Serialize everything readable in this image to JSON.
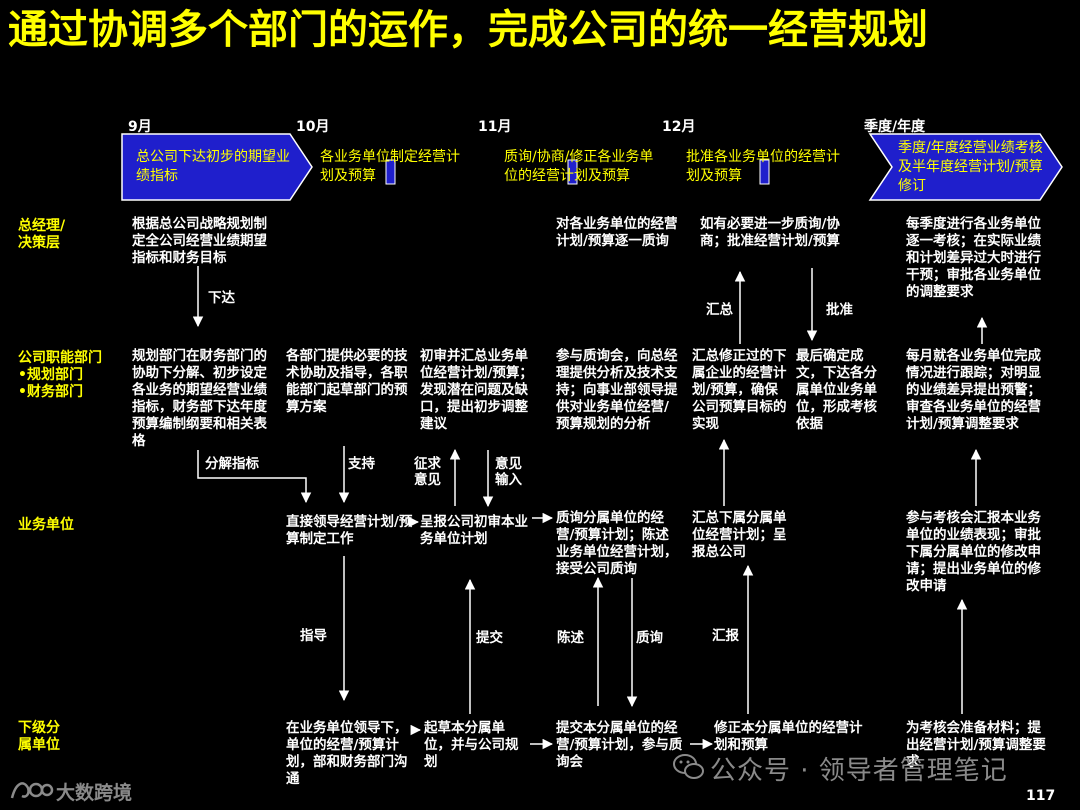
{
  "title": "通过协调多个部门的运作，完成公司的统一经营规划",
  "months": [
    "9月",
    "10月",
    "11月",
    "12月",
    "季度/年度"
  ],
  "phases": [
    "总公司下达初步的期望业绩指标",
    "各业务单位制定经营计划及预算",
    "质询/协商/修正各业务单位的经营计划及预算",
    "批准各业务单位的经营计划及预算",
    "季度/年度经营业绩考核及半年度经营计划/预算修订"
  ],
  "roles": {
    "gm": "总经理/\n决策层",
    "func": "公司职能部门\n•规划部门\n•财务部门",
    "bu": "业务单位",
    "sub": "下级分\n属单位"
  },
  "cells": {
    "gm_c1": "根据总公司战略规划制定全公司经营业绩期望指标和财务目标",
    "gm_c4": "对各业务单位的经营计划/预算逐一质询",
    "gm_c5": "如有必要进一步质询/协商；批准经营计划/预算",
    "gm_c7": "每季度进行各业务单位逐一考核；在实际业绩和计划差异过大时进行干预；审批各业务单位的调整要求",
    "func_c1": "规划部门在财务部门的协助下分解、初步设定各业务的期望经营业绩指标，财务部下达年度预算编制纲要和相关表格",
    "func_c2": "各部门提供必要的技术协助及指导，各职能部门起草部门的预算方案",
    "func_c3": "初审并汇总业务单位经营计划/预算；发现潜在问题及缺口，提出初步调整建议",
    "func_c4": "参与质询会，向总经理提供分析及技术支持；向事业部领导提供对业务单位经营/预算规划的分析",
    "func_c5": "汇总修正过的下属企业的经营计划/预算，确保公司预算目标的实现",
    "func_c6": "最后确定成文，下达各分属单位业务单位，形成考核依据",
    "func_c7": "每月就各业务单位完成情况进行跟踪；对明显的业绩差异提出预警；审查各业务单位的经营计划/预算调整要求",
    "bu_c2": "直接领导经营计划/预算制定工作",
    "bu_c3": "呈报公司初审本业务单位计划",
    "bu_c4": "质询分属单位的经营/预算计划；陈述业务单位经营计划，接受公司质询",
    "bu_c5": "汇总下属分属单位经营计划；呈报总公司",
    "bu_c7": "参与考核会汇报本业务单位的业绩表现；审批下属分属单位的修改申请；提出业务单位的修改申请",
    "sub_c2": "在业务单位领导下，单位的经营/预算计划，部和财务部门沟通",
    "sub_c3": "起草本分属单位，并与公司规划",
    "sub_c4": "提交本分属单位的经营/预算计划，参与质询会",
    "sub_c5": "修正本分属单位的经营计划和预算",
    "sub_c7": "为考核会准备材料；提出经营计划/预算调整要求"
  },
  "arrow_labels": {
    "xiada": "下达",
    "huizong": "汇总",
    "pizhun": "批准",
    "fenjie": "分解指标",
    "zhichi": "支持",
    "zhengqiu": "征求\n意见",
    "yijian": "意见\n输入",
    "zhidao": "指导",
    "tijiao": "提交",
    "chenshu": "陈述",
    "zhixun": "质询",
    "huibao": "汇报"
  },
  "footer": {
    "logo_text": "大数跨境",
    "watermark": "公众号 · 领导者管理笔记",
    "page_number": "117"
  },
  "colors": {
    "title": "#ffff00",
    "phase_fill": "#1f1fcc",
    "phase_text": "#ffff00",
    "background": "#000000"
  }
}
